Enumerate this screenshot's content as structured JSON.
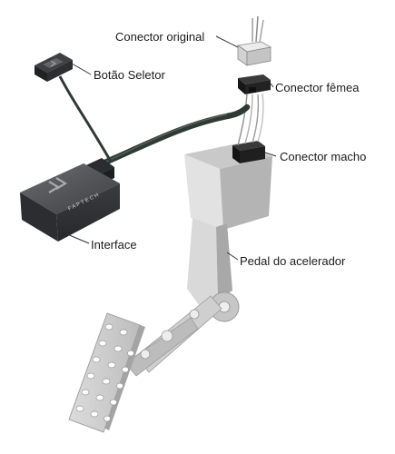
{
  "labels": {
    "conector_original": "Conector original",
    "botao_seletor": "Botão Seletor",
    "conector_femea": "Conector fêmea",
    "conector_macho": "Conector macho",
    "interface": "Interface",
    "pedal": "Pedal do acelerador"
  },
  "device": {
    "brand": "FAPTECH"
  },
  "colors": {
    "cable": "#2f3a34",
    "device_body": "#3f4144",
    "pedal_light": "#e4e4e4",
    "pedal_mid": "#c9c9c9",
    "pedal_dark": "#a9a9a9",
    "connector_dark": "#1d1d1d",
    "connector_light": "#d6d6d6",
    "leader_line": "#333333"
  }
}
